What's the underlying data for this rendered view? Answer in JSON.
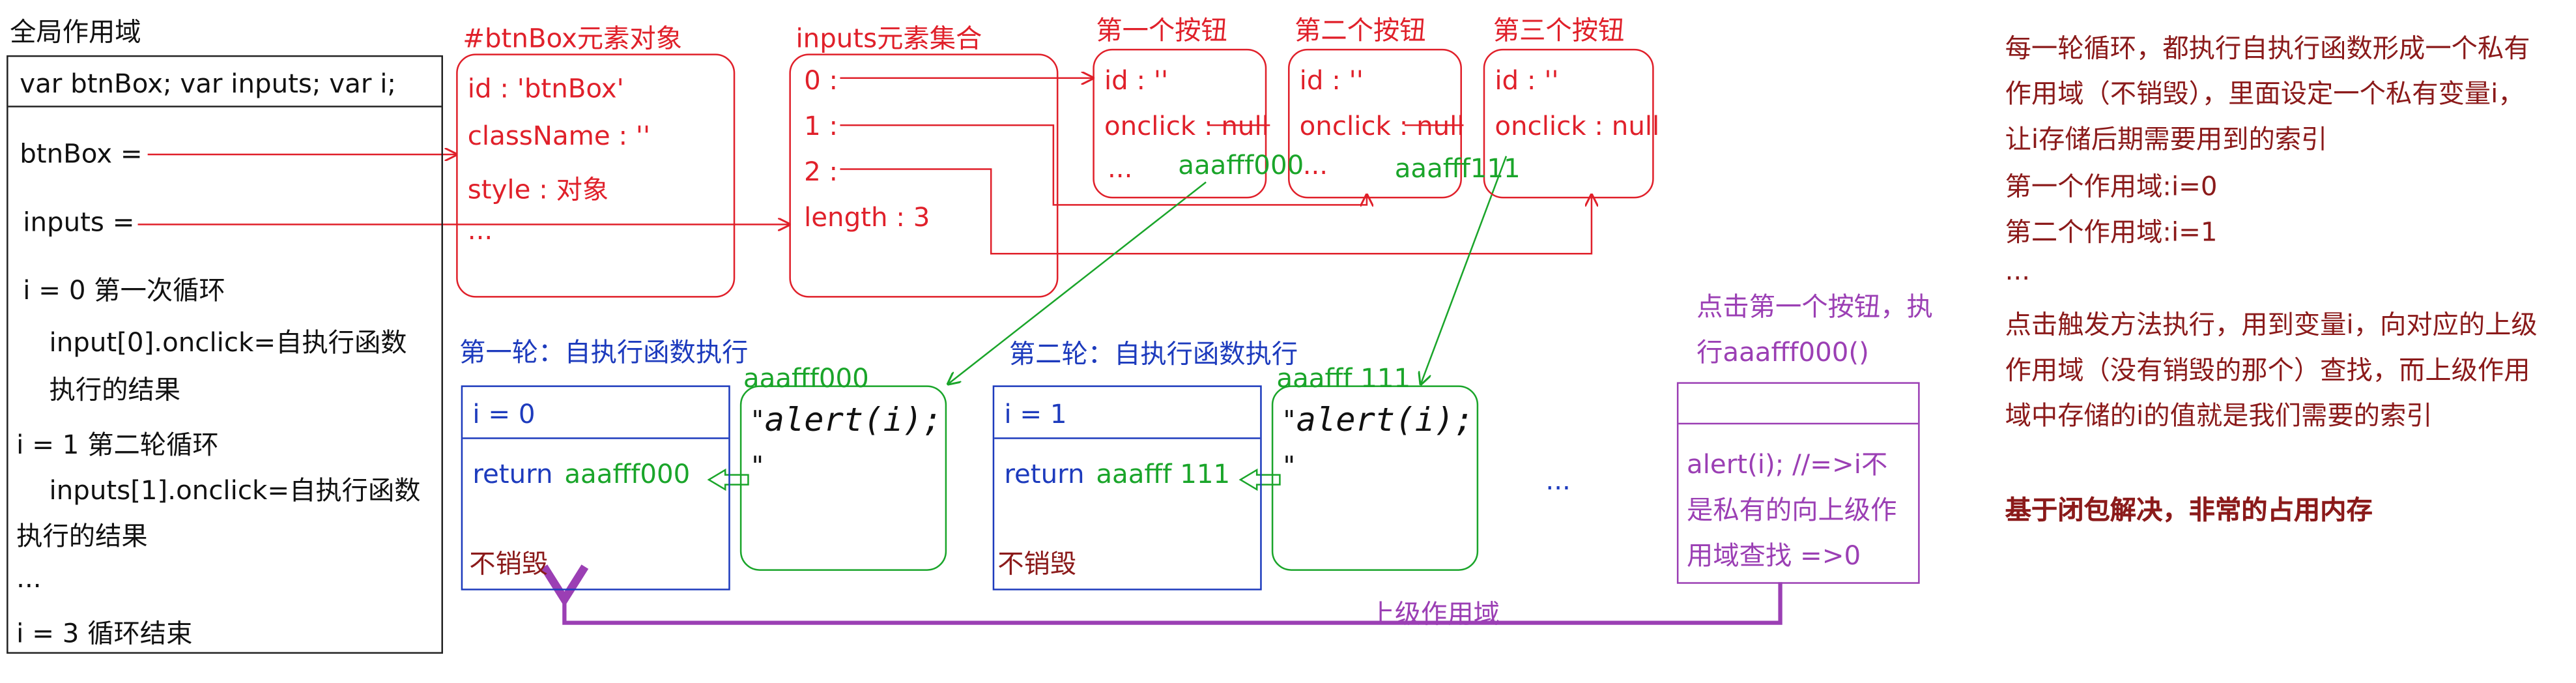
{
  "global": {
    "title": "全局作用域",
    "decl": "var btnBox;  var inputs;  var i;",
    "btnBox": "btnBox =",
    "inputs": "inputs =",
    "i0": "i = 0  第一次循环",
    "i0_line1": "input[0].onclick=自执行函数",
    "i0_line2": "执行的结果",
    "i1": "i = 1 第二轮循环",
    "i1_line1": "inputs[1].onclick=自执行函数",
    "i1_line2": "执行的结果",
    "ellipsis": "...",
    "i3": "i = 3   循环结束"
  },
  "btnBoxObj": {
    "title": "#btnBox元素对象",
    "id": "id : 'btnBox'",
    "className": "className : ''",
    "style": "style : 对象",
    "more": "..."
  },
  "inputsSet": {
    "title": "inputs元素集合",
    "item0": "0 :",
    "item1": "1 :",
    "item2": "2 :",
    "length": "length : 3"
  },
  "buttons": [
    {
      "title": "第一个按钮",
      "id": "id : ''",
      "onclick": "onclick : null",
      "more": "..."
    },
    {
      "title": "第二个按钮",
      "id": "id : ''",
      "onclick": "onclick : null",
      "more": "..."
    },
    {
      "title": "第三个按钮",
      "id": "id : ''",
      "onclick": "onclick : null"
    }
  ],
  "addresses": {
    "a000": "aaafff000",
    "a111": "aaafff111",
    "a000b": "aaafff000",
    "a111b": "aaafff 111"
  },
  "round1": {
    "title": "第一轮：自执行函数执行",
    "i": "i = 0",
    "ret_kw": "return",
    "ret_val": "aaafff000",
    "keep": "不销毁"
  },
  "round2": {
    "title": "第二轮：自执行函数执行",
    "i": "i = 1",
    "ret_kw": "return",
    "ret_val": "aaafff 111",
    "keep": "不销毁"
  },
  "func": {
    "quote_open": "\"",
    "call": "alert(i);",
    "quote_close": "\""
  },
  "dots": "...",
  "click": {
    "line1": "点击第一个按钮，执",
    "line2": "行aaafff000()"
  },
  "exec": {
    "line1": "alert(i); //=>i不",
    "line2": "是私有的向上级作",
    "line3": "用域查找   =>0"
  },
  "upper_scope": "上级作用域",
  "notes": {
    "lines": [
      "每一轮循环，都执行自执行函数形成一个私有",
      "作用域（不销毁），里面设定一个私有变量i，",
      "让i存储后期需要用到的索引",
      "第一个作用域:i=0",
      "第二个作用域:i=1",
      "...",
      "点击触发方法执行，用到变量i，向对应的上级",
      "作用域（没有销毁的那个）查找，而上级作用",
      "域中存储的i的值就是我们需要的索引"
    ],
    "conclusion": "基于闭包解决，非常的占用内存"
  },
  "colors": {
    "red": "#e0202a",
    "green": "#1aa52a",
    "blue": "#1d3bbd",
    "purple": "#9b3fb4",
    "maroon": "#8b1a1a"
  }
}
